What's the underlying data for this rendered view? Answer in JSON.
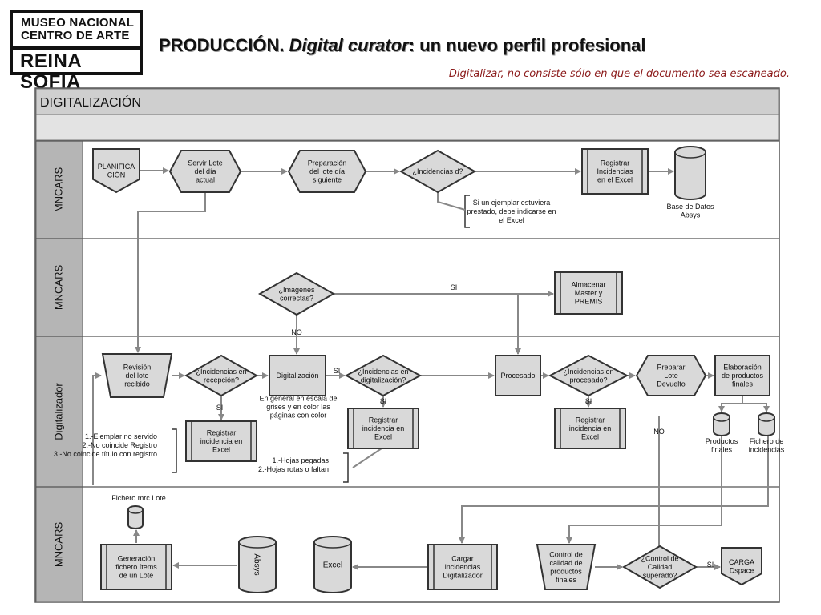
{
  "logo": {
    "line1": "MUSEO NACIONAL",
    "line2": "CENTRO DE ARTE",
    "line3": "REINA SOFIA"
  },
  "title": {
    "prefix": "PRODUCCIÓN. ",
    "italic": "Digital curator",
    "suffix": ": un nuevo perfil profesional"
  },
  "subtitle": "Digitalizar, no consiste sólo en que el documento sea escaneado.",
  "pool_title": "DIGITALIZACIÓN",
  "lanes": [
    "MNCARS",
    "MNCARS",
    "Digitalizador",
    "MNCARS"
  ],
  "nodes": [
    {
      "id": "planificacion",
      "lines": [
        "PLANIFICA",
        "CIÓN"
      ]
    },
    {
      "id": "servir-lote",
      "lines": [
        "Servir Lote",
        "del día",
        "actual"
      ]
    },
    {
      "id": "preparacion",
      "lines": [
        "Preparación",
        "del lote día",
        "siguiente"
      ]
    },
    {
      "id": "incidencias-d",
      "lines": [
        "¿Incidencias d?"
      ]
    },
    {
      "id": "registrar-excel-1",
      "lines": [
        "Registrar",
        "Incidencias",
        "en el Excel"
      ]
    },
    {
      "id": "bd-absys",
      "lines": [
        "Base de Datos",
        "Absys"
      ]
    },
    {
      "id": "imagenes-correctas",
      "lines": [
        "¿Imágenes",
        "correctas?"
      ]
    },
    {
      "id": "almacenar",
      "lines": [
        "Almacenar",
        "Master y",
        "PREMIS"
      ]
    },
    {
      "id": "revision-lote",
      "lines": [
        "Revisión",
        "del lote",
        "recibido"
      ]
    },
    {
      "id": "inc-recepcion",
      "lines": [
        "¿Incidencias en",
        "recepción?"
      ]
    },
    {
      "id": "digitalizacion",
      "lines": [
        "Digitalización"
      ]
    },
    {
      "id": "inc-digitalizacion",
      "lines": [
        "¿Incidencias en",
        "digitalización?"
      ]
    },
    {
      "id": "procesado",
      "lines": [
        "Procesado"
      ]
    },
    {
      "id": "inc-procesado",
      "lines": [
        "¿Incidencias en",
        "procesado?"
      ]
    },
    {
      "id": "preparar-lote",
      "lines": [
        "Preparar",
        "Lote",
        "Devuelto"
      ]
    },
    {
      "id": "elaboracion",
      "lines": [
        "Elaboración",
        "de productos",
        "finales"
      ]
    },
    {
      "id": "registrar-recepcion",
      "lines": [
        "Registrar",
        "incidencia en",
        "Excel"
      ]
    },
    {
      "id": "registrar-digitalizacion",
      "lines": [
        "Registrar",
        "incidencia en",
        "Excel"
      ]
    },
    {
      "id": "registrar-procesado",
      "lines": [
        "Registrar",
        "incidencia en",
        "Excel"
      ]
    },
    {
      "id": "productos-finales-db",
      "lines": [
        "Productos",
        "finales"
      ]
    },
    {
      "id": "fichero-incidencias-db",
      "lines": [
        "Fichero de",
        "incidencias"
      ]
    },
    {
      "id": "fichero-mrc-db",
      "lines": [
        "Fichero mrc Lote"
      ]
    },
    {
      "id": "generacion",
      "lines": [
        "Generación",
        "fichero ítems",
        "de un Lote"
      ]
    },
    {
      "id": "absys",
      "lines": [
        "Absys"
      ]
    },
    {
      "id": "excel",
      "lines": [
        "Excel"
      ]
    },
    {
      "id": "cargar-incidencias",
      "lines": [
        "Cargar",
        "incidencias",
        "Digitalizador"
      ]
    },
    {
      "id": "control-calidad",
      "lines": [
        "Control de",
        "calidad de",
        "productos",
        "finales"
      ]
    },
    {
      "id": "control-superado",
      "lines": [
        "¿Control de",
        "Calidad",
        "superado?"
      ]
    },
    {
      "id": "carga-dspace",
      "lines": [
        "CARGA",
        "Dspace"
      ]
    }
  ],
  "annotations": [
    {
      "id": "note-prestado",
      "lines": [
        "Si un ejemplar estuviera",
        "prestado, debe indicarse en",
        "el Excel"
      ]
    },
    {
      "id": "note-grises",
      "lines": [
        "En general en escala de",
        "grises y en color las",
        "páginas con color"
      ]
    },
    {
      "id": "note-ejemplar",
      "lines": [
        "1.-Ejemplar no servido",
        "2.-No coincide Registro",
        "3.-No coincide título con registro"
      ]
    },
    {
      "id": "note-hojas",
      "lines": [
        "1.-Hojas pegadas",
        "2.-Hojas rotas o faltan"
      ]
    }
  ],
  "edge_labels": [
    {
      "id": "si-imagenes",
      "text": "SI"
    },
    {
      "id": "no-imagenes",
      "text": "NO"
    },
    {
      "id": "si-recepcion",
      "text": "SI"
    },
    {
      "id": "si-digitalizacion-right",
      "text": "SI"
    },
    {
      "id": "si-digitalizacion-down",
      "text": "SI"
    },
    {
      "id": "si-procesado",
      "text": "SI"
    },
    {
      "id": "no-control",
      "text": "NO"
    },
    {
      "id": "si-control",
      "text": "SI"
    }
  ],
  "colors": {
    "shape_fill": "#d9d9d9",
    "lane_header": "#b5b5b5",
    "pool_header": "#cfcfcf",
    "subtitle": "#8b1a1a"
  }
}
